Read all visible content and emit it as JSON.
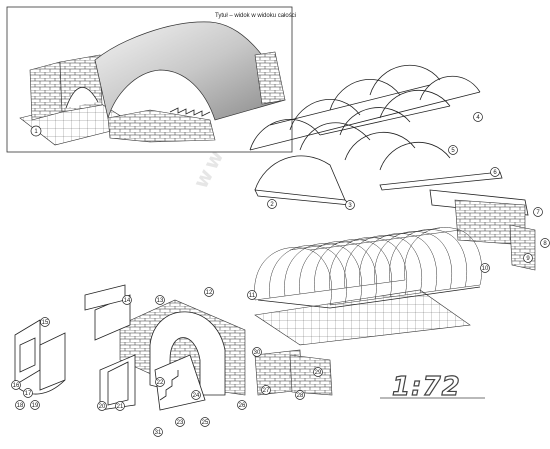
{
  "inset": {
    "title": "Tytuł – widok w widoku całości",
    "callout": "1"
  },
  "scale_label": "1:72",
  "watermark": "www.zip",
  "callouts": [
    {
      "id": "c1",
      "label": "2"
    },
    {
      "id": "c2",
      "label": "3"
    },
    {
      "id": "c3",
      "label": "4"
    },
    {
      "id": "c4",
      "label": "5"
    },
    {
      "id": "c5",
      "label": "6"
    },
    {
      "id": "c6",
      "label": "7"
    },
    {
      "id": "c7",
      "label": "8"
    },
    {
      "id": "c8",
      "label": "9"
    },
    {
      "id": "c9",
      "label": "10"
    },
    {
      "id": "c10",
      "label": "11"
    },
    {
      "id": "c11",
      "label": "12"
    },
    {
      "id": "c12",
      "label": "13"
    },
    {
      "id": "c13",
      "label": "14"
    },
    {
      "id": "c14",
      "label": "15"
    },
    {
      "id": "c15",
      "label": "16"
    },
    {
      "id": "c16",
      "label": "17"
    },
    {
      "id": "c17",
      "label": "18"
    },
    {
      "id": "c18",
      "label": "19"
    },
    {
      "id": "c19",
      "label": "20"
    },
    {
      "id": "c20",
      "label": "21"
    },
    {
      "id": "c21",
      "label": "22"
    },
    {
      "id": "c22",
      "label": "23"
    },
    {
      "id": "c23",
      "label": "24"
    },
    {
      "id": "c24",
      "label": "25"
    },
    {
      "id": "c25",
      "label": "26"
    },
    {
      "id": "c26",
      "label": "27"
    },
    {
      "id": "c27",
      "label": "28"
    },
    {
      "id": "c28",
      "label": "29"
    },
    {
      "id": "c29",
      "label": "30"
    },
    {
      "id": "c30",
      "label": "31"
    }
  ]
}
